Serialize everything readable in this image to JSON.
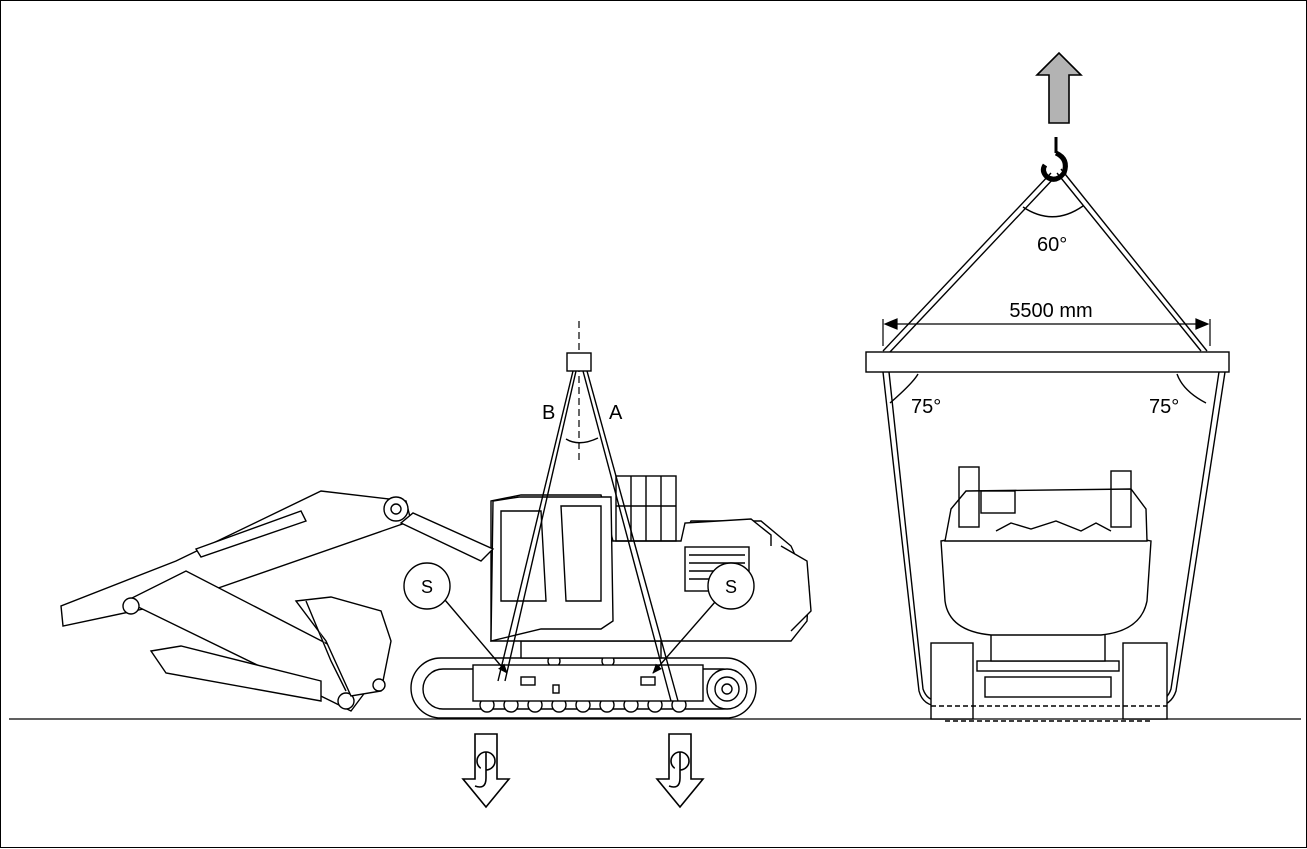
{
  "labels": {
    "sling_b": "B",
    "sling_a": "A",
    "shackle_left": "S",
    "shackle_right": "S",
    "angle_top": "60°",
    "angle_left": "75°",
    "angle_right": "75°",
    "spreader_width": "5500 mm"
  },
  "colors": {
    "line": "#000000",
    "arrow_fill": "#b3b3b3",
    "background": "#ffffff"
  },
  "icons": {
    "lift_direction": "up-arrow-icon",
    "crane_hook": "hook-icon",
    "tie_down": "down-arrow-hook-icon"
  }
}
